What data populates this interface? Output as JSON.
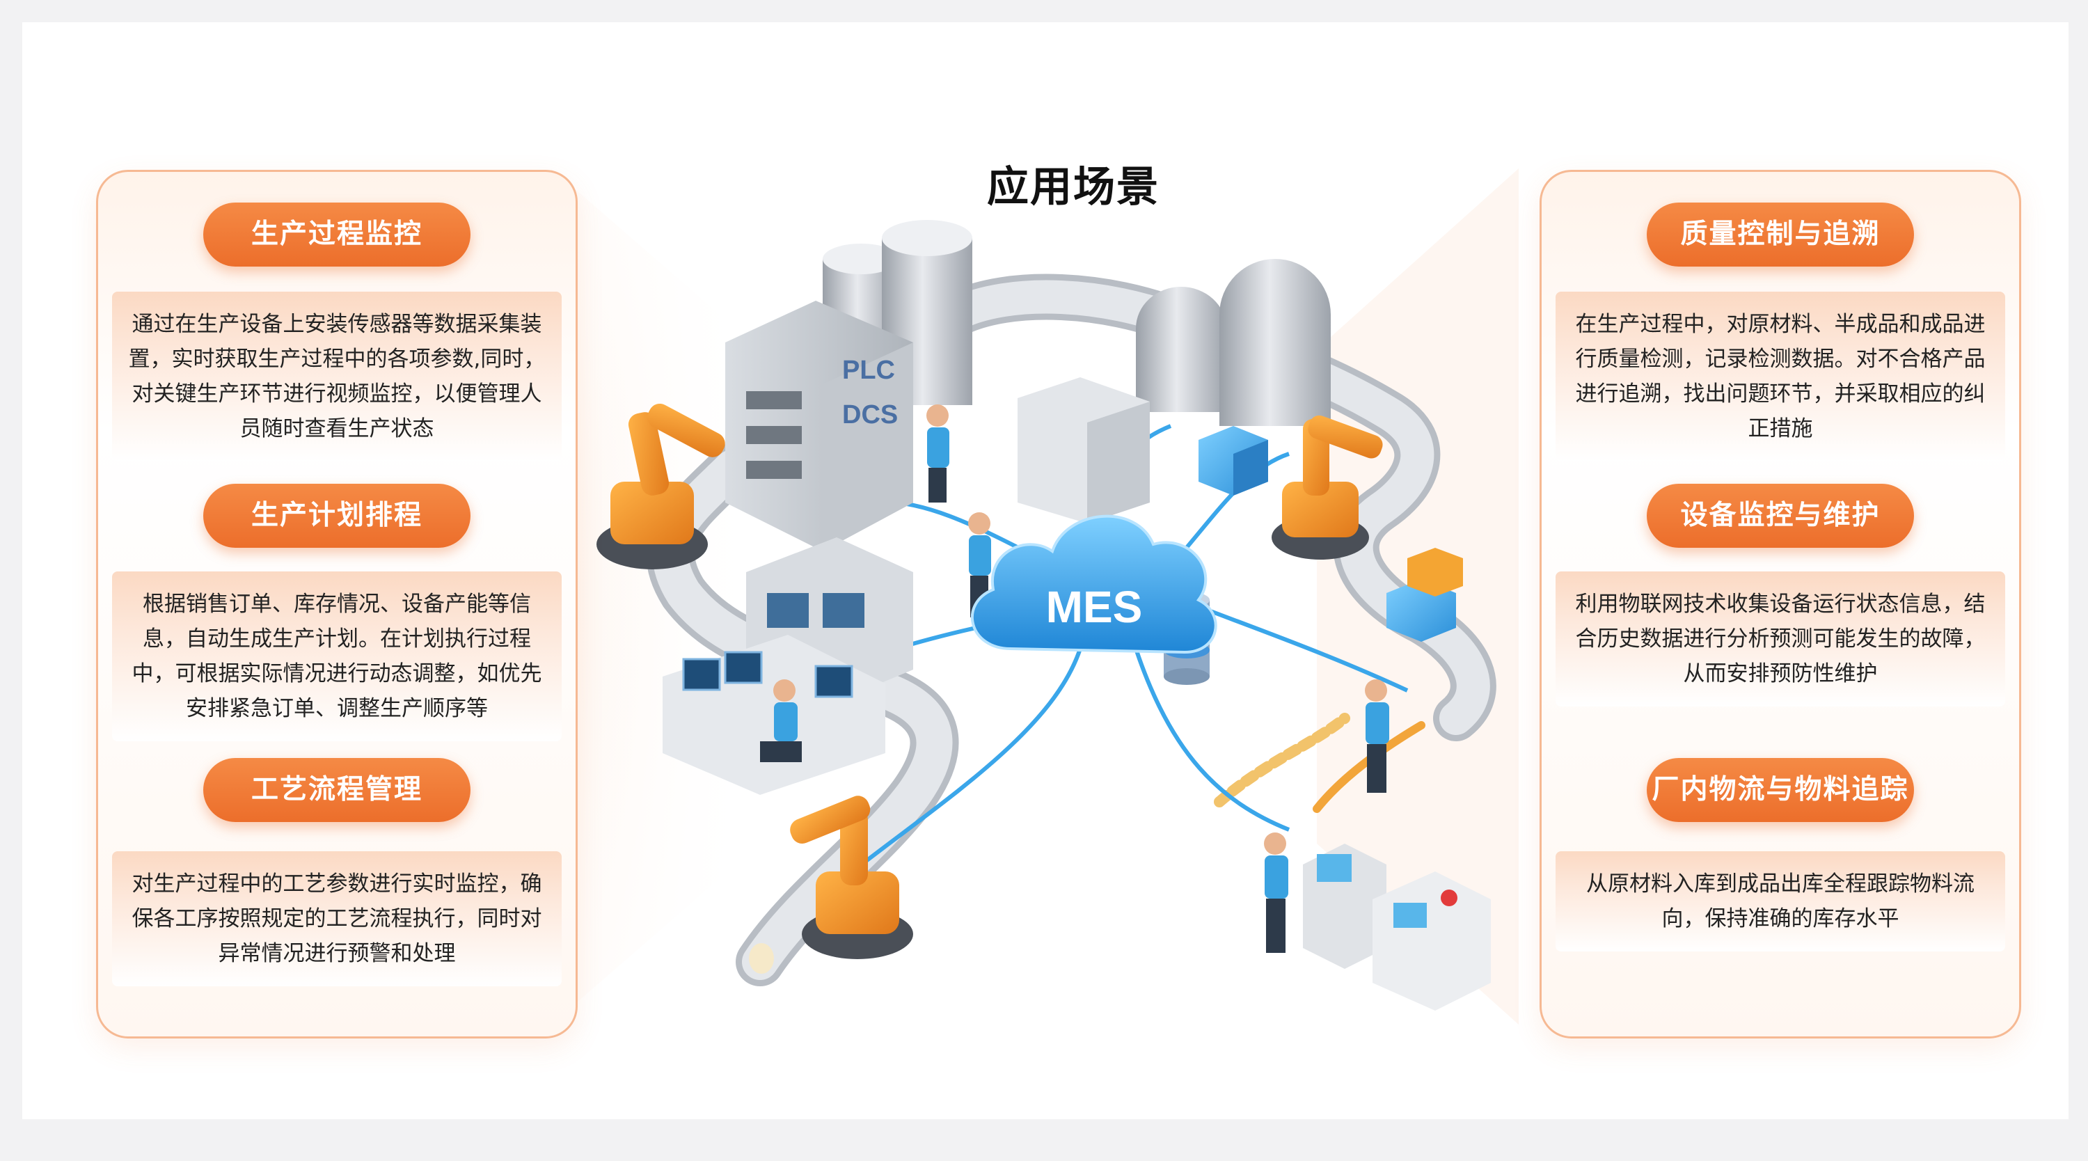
{
  "title": "应用场景",
  "colors": {
    "accent": "#ec6e2b",
    "panel_border": "#f6b993",
    "cloud": "#2f9fe6",
    "arm": "#f39a2b"
  },
  "left_panel": {
    "items": [
      {
        "heading": "生产过程监控",
        "text": "通过在生产设备上安装传感器等数据采集装置，实时获取生产过程中的各项参数,同时，对关键生产环节进行视频监控，以便管理人员随时查看生产状态"
      },
      {
        "heading": "生产计划排程",
        "text": "根据销售订单、库存情况、设备产能等信息，自动生成生产计划。在计划执行过程中，可根据实际情况进行动态调整，如优先安排紧急订单、调整生产顺序等"
      },
      {
        "heading": "工艺流程管理",
        "text": "对生产过程中的工艺参数进行实时监控，确保各工序按照规定的工艺流程执行，同时对异常情况进行预警和处理"
      }
    ]
  },
  "right_panel": {
    "items": [
      {
        "heading": "质量控制与追溯",
        "text": "在生产过程中，对原材料、半成品和成品进行质量检测，记录检测数据。对不合格产品进行追溯，找出问题环节，并采取相应的纠正措施"
      },
      {
        "heading": "设备监控与维护",
        "text": "利用物联网技术收集设备运行状态信息，结合历史数据进行分析预测可能发生的故障，从而安排预防性维护"
      },
      {
        "heading": "厂内物流与物料追踪",
        "text": "从原材料入库到成品出库全程跟踪物料流向，保持准确的库存水平"
      }
    ]
  },
  "scene": {
    "hub_label": "MES",
    "building_labels": [
      "PLC",
      "DCS"
    ]
  }
}
